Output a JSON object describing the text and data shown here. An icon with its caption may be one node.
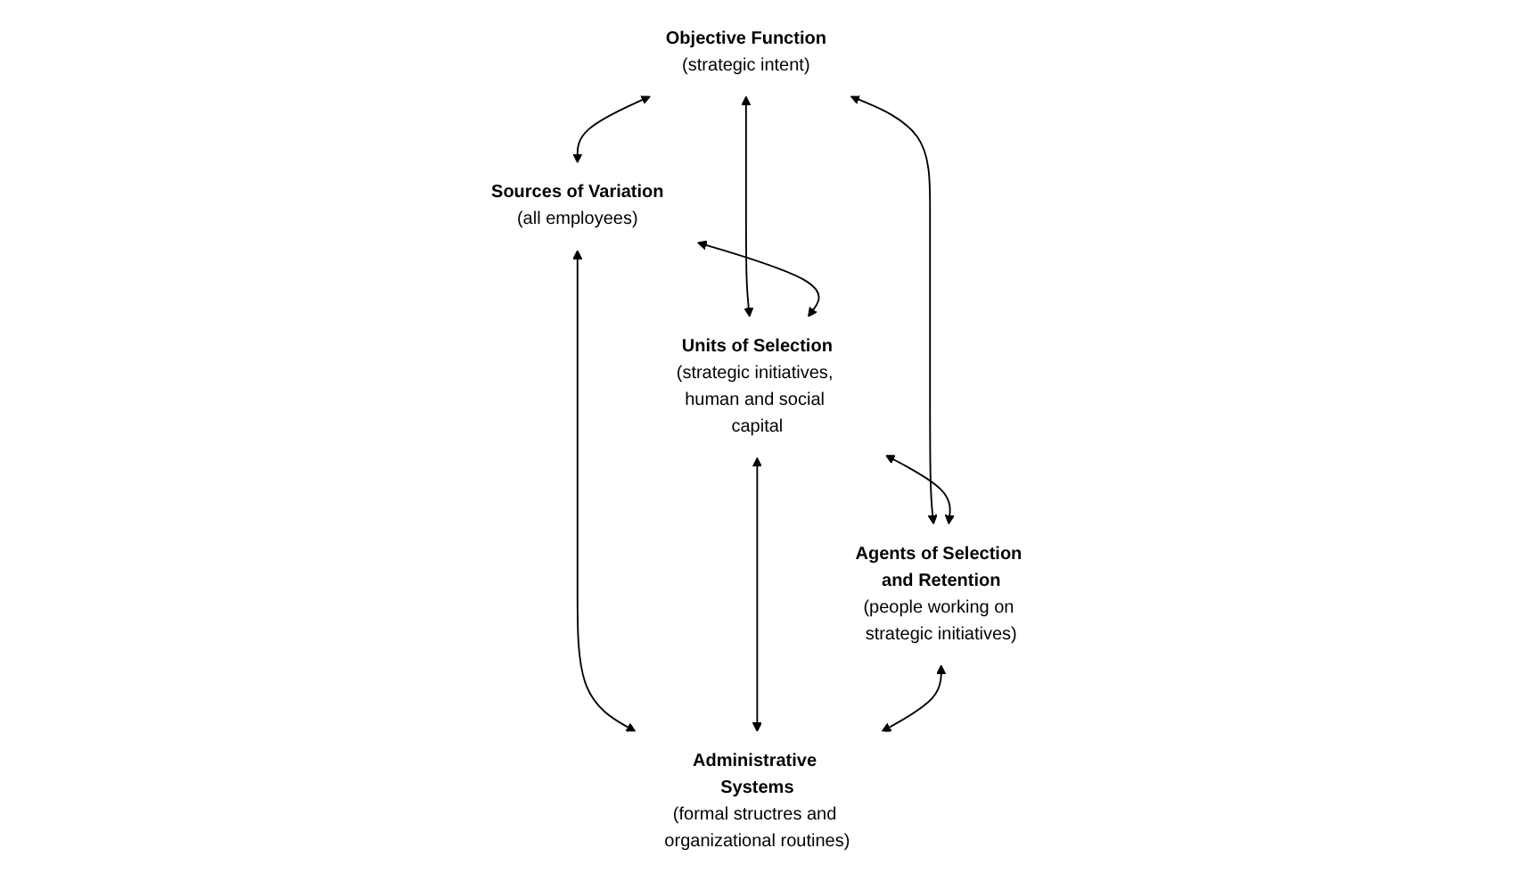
{
  "diagram": {
    "nodes": [
      {
        "text": [
          "Objective Function",
          "(strategic intent)"
        ]
      },
      {
        "text": [
          "Sources of Variation",
          "(all employees)"
        ]
      },
      {
        "text": [
          "Units of Selection",
          "(strategic initiatives, human and social capital"
        ]
      },
      {
        "text": [
          "Agents of Selection and Retention",
          "(people working on strategic initiatives)"
        ]
      },
      {
        "text": [
          "Administrative Systems",
          "(formal structres and organizational routines)"
        ]
      }
    ],
    "edges": [
      {
        "from": 0,
        "to": 1,
        "arrow": "both"
      },
      {
        "from": 0,
        "to": 2,
        "arrow": "both"
      },
      {
        "from": 0,
        "to": 3,
        "arrow": "both"
      },
      {
        "from": 1,
        "to": 2,
        "arrow": "both"
      },
      {
        "from": 2,
        "to": 3,
        "arrow": "both"
      },
      {
        "from": 1,
        "to": 4,
        "arrow": "both"
      },
      {
        "from": 2,
        "to": 4,
        "arrow": "both"
      },
      {
        "from": 3,
        "to": 4,
        "arrow": "both"
      }
    ]
  }
}
